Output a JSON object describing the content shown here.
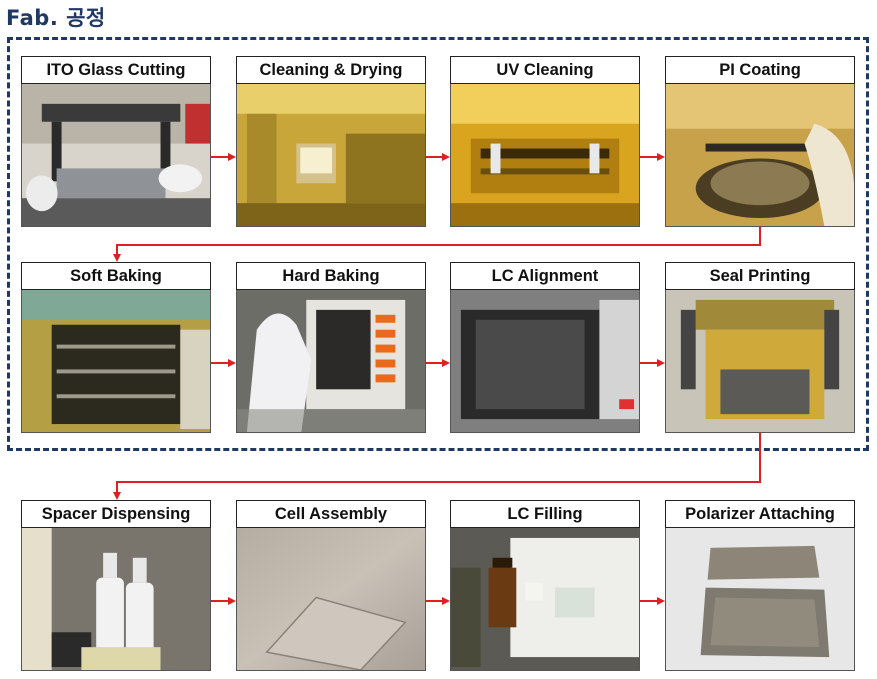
{
  "title": "Fab. 공정",
  "colors": {
    "title": "#1f3864",
    "border": "#1f3864",
    "arrow": "#e02020"
  },
  "steps": [
    {
      "label": "ITO Glass Cutting",
      "photo": "cutting-machine-photo"
    },
    {
      "label": "Cleaning & Drying",
      "photo": "yellow-cleanroom-photo"
    },
    {
      "label": "UV Cleaning",
      "photo": "uv-cleaning-photo"
    },
    {
      "label": "PI Coating",
      "photo": "spin-coater-photo"
    },
    {
      "label": "Soft Baking",
      "photo": "oven-rack-photo"
    },
    {
      "label": "Hard Baking",
      "photo": "operator-oven-photo"
    },
    {
      "label": "LC Alignment",
      "photo": "rubbing-machine-photo"
    },
    {
      "label": "Seal Printing",
      "photo": "screen-printer-photo"
    },
    {
      "label": "Spacer Dispensing",
      "photo": "spray-bottles-photo"
    },
    {
      "label": "Cell Assembly",
      "photo": "glass-cell-photo"
    },
    {
      "label": "LC Filling",
      "photo": "lc-bottle-photo"
    },
    {
      "label": "Polarizer Attaching",
      "photo": "polarizer-film-photo"
    }
  ]
}
